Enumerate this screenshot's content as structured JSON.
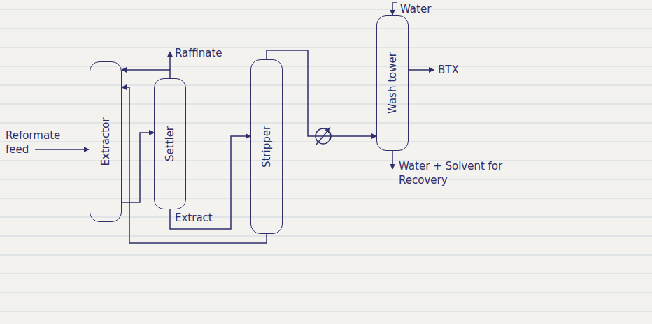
{
  "diagram": {
    "nodes": [
      {
        "text": [
          "Extractor"
        ]
      },
      {
        "text": [
          "Settler"
        ]
      },
      {
        "text": [
          "Stripper"
        ]
      },
      {
        "text": [
          "Wash tower"
        ]
      }
    ],
    "edges": [
      {
        "from": 0,
        "to": 1,
        "arrow": "to"
      },
      {
        "from": 1,
        "to": 0,
        "arrow": "to"
      },
      {
        "from": 1,
        "to": 2,
        "arrow": "to"
      },
      {
        "from": 2,
        "to": 0,
        "arrow": "to"
      },
      {
        "from": 2,
        "to": 3,
        "arrow": "to"
      }
    ],
    "labels": [
      "Reformate feed",
      "Raffinate",
      "Extract",
      "Water",
      "BTX",
      "Water + Solvent for Recovery"
    ]
  }
}
